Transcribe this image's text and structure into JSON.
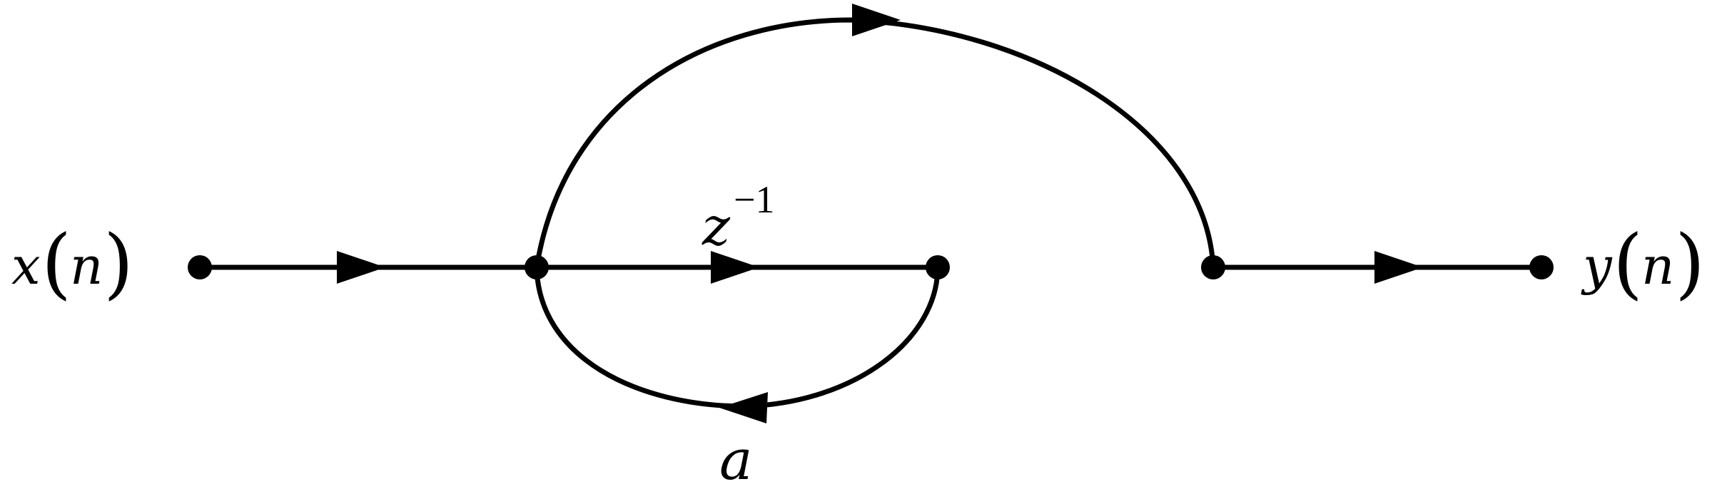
{
  "input_signal": {
    "name": "x",
    "argument": "n",
    "open_paren": "(",
    "close_paren": ")"
  },
  "output_signal": {
    "name": "y",
    "argument": "n",
    "open_paren": "(",
    "close_paren": ")"
  },
  "delay_label": {
    "base": "z",
    "exponent": "−1"
  },
  "feedback_gain_label": "a",
  "colors": {
    "stroke": "#000000",
    "background": "#ffffff"
  }
}
